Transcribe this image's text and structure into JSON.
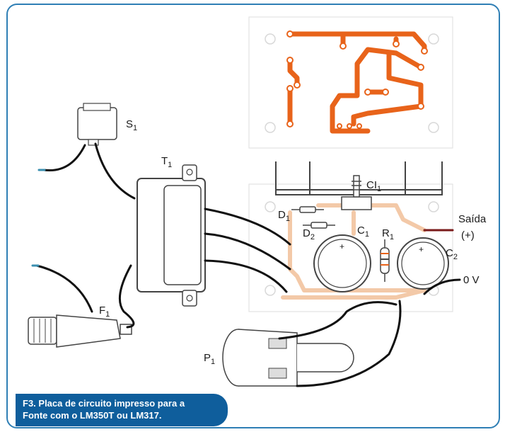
{
  "labels": {
    "s1": "S",
    "s1_sub": "1",
    "t1": "T",
    "t1_sub": "1",
    "f1": "F",
    "f1_sub": "1",
    "p1": "P",
    "p1_sub": "1",
    "ci1": "CI",
    "ci1_sub": "1",
    "d1": "D",
    "d1_sub": "1",
    "d2": "D",
    "d2_sub": "2",
    "c1": "C",
    "c1_sub": "1",
    "r1": "R",
    "r1_sub": "1",
    "c2": "C",
    "c2_sub": "2",
    "saida": "Saída",
    "plus": "(+)",
    "zero_v": "0 V",
    "cap_plus": "+"
  },
  "caption": {
    "line1": "F3. Placa de circuito impresso para a",
    "line2": "Fonte com o LM350T ou LM317."
  },
  "colors": {
    "frame": "#2f7fb5",
    "copper": "#e8631a",
    "trace_faint": "#f3c9a8",
    "wire": "#111111",
    "caption_bg": "#0f5e9c"
  }
}
